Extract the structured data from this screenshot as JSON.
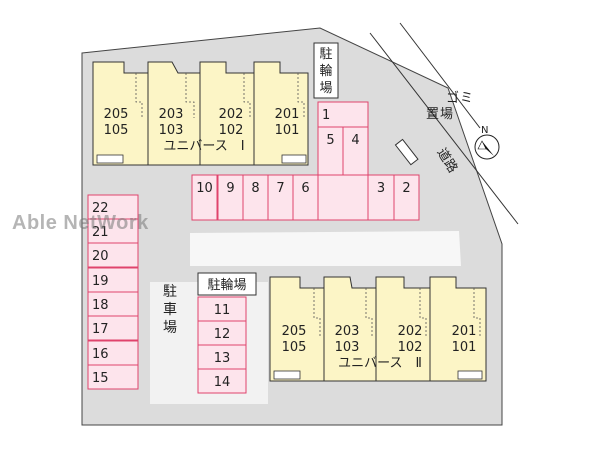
{
  "watermark": "Able NetWork",
  "compass": {
    "label": "N"
  },
  "road_label": "道路",
  "garbage_label": [
    "ゴ",
    "ミ",
    "置",
    "場"
  ],
  "parking_label": [
    "駐",
    "車",
    "場"
  ],
  "bike_parking_north": [
    "駐",
    "輪",
    "場"
  ],
  "bike_parking_south": "駐輪場",
  "building_north": {
    "name": "ユニバース　Ⅰ",
    "units": [
      {
        "upper": "205",
        "lower": "105"
      },
      {
        "upper": "203",
        "lower": "103"
      },
      {
        "upper": "202",
        "lower": "102"
      },
      {
        "upper": "201",
        "lower": "101"
      }
    ]
  },
  "building_south": {
    "name": "ユニバース　Ⅱ",
    "units": [
      {
        "upper": "205",
        "lower": "105"
      },
      {
        "upper": "203",
        "lower": "103"
      },
      {
        "upper": "202",
        "lower": "102"
      },
      {
        "upper": "201",
        "lower": "101"
      }
    ]
  },
  "parking_top": [
    "1",
    "5",
    "4",
    "10",
    "9",
    "8",
    "7",
    "6",
    "3",
    "2"
  ],
  "parking_left": [
    "22",
    "21",
    "20",
    "19",
    "18",
    "17",
    "16",
    "15"
  ],
  "parking_middle": [
    "11",
    "12",
    "13",
    "14"
  ],
  "colors": {
    "lot": "#dcdcdc",
    "building": "#fcf5c6",
    "parking_fill": "#fde4ec",
    "parking_stroke": "#e0436c",
    "outline": "#333333"
  }
}
